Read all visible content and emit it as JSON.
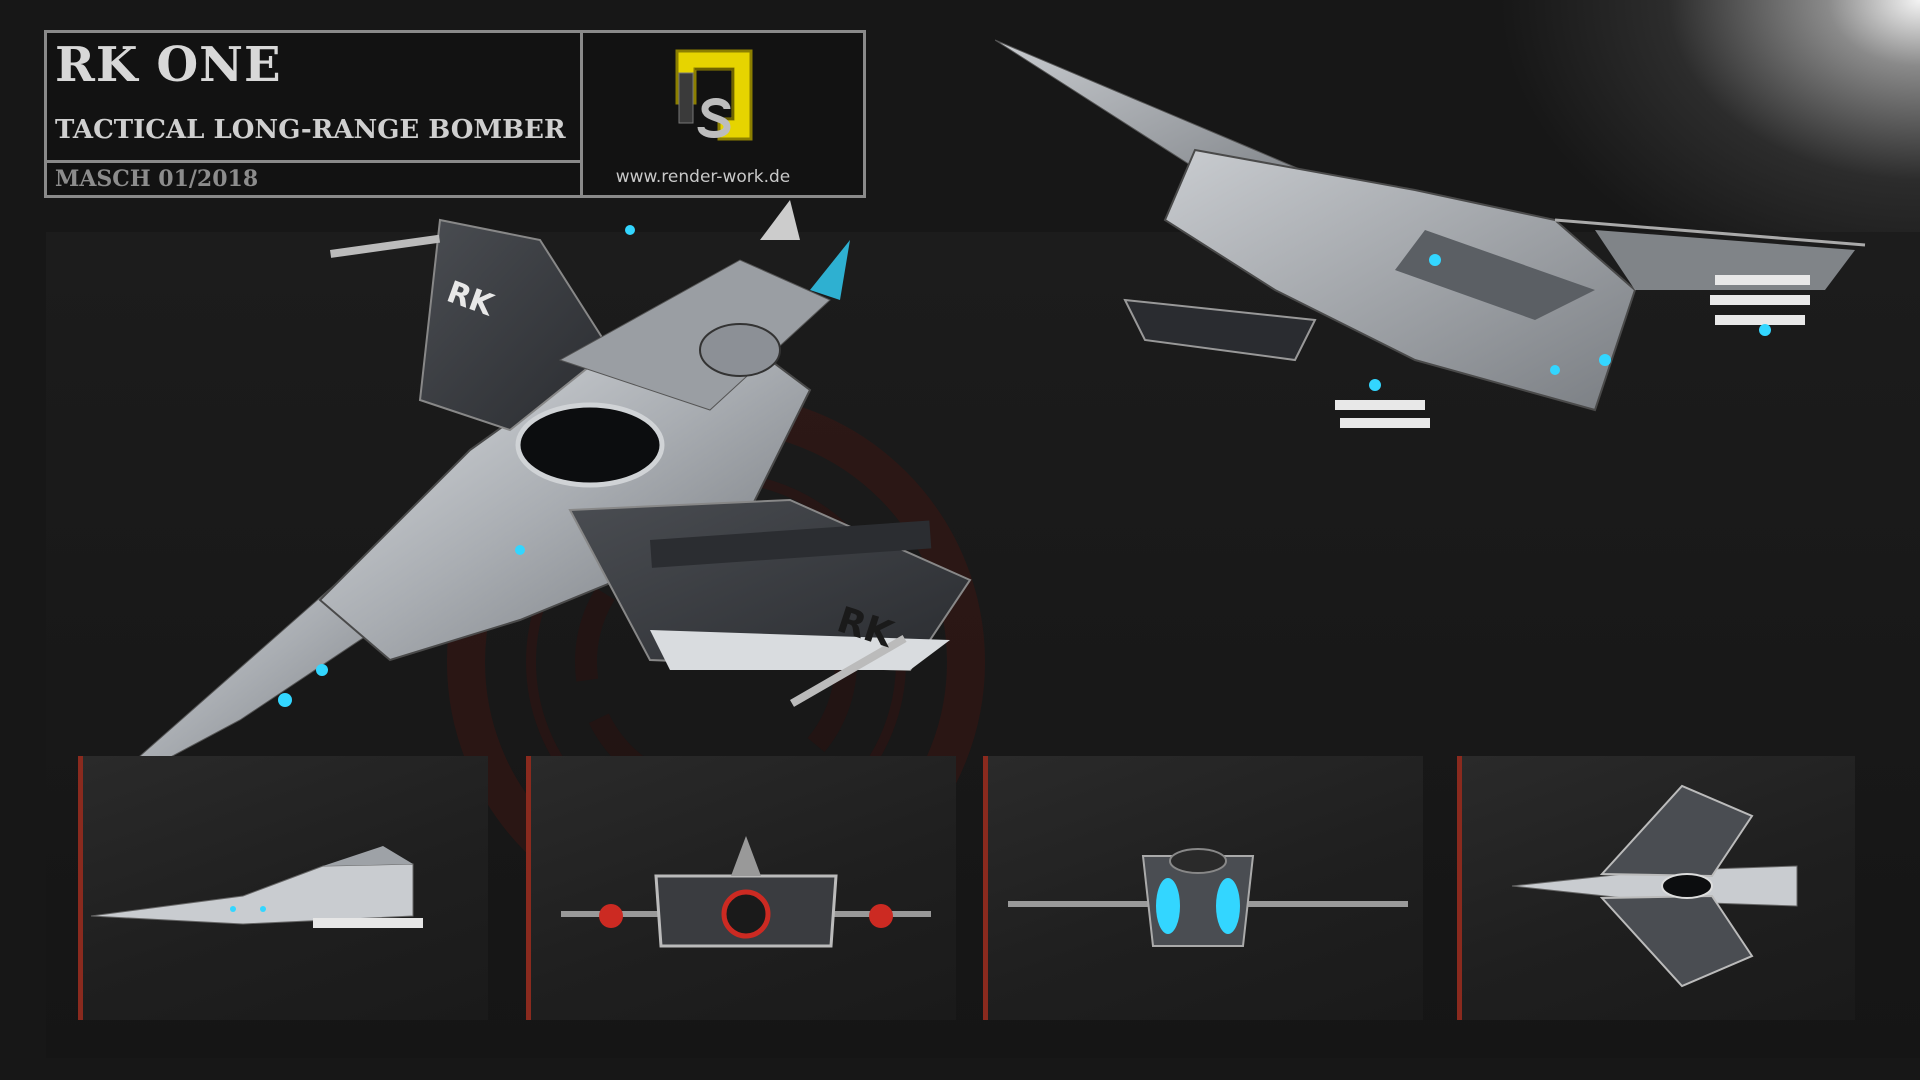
{
  "header": {
    "title": "RK ONE",
    "subtitle": "TACTICAL LONG-RANGE BOMBER",
    "meta": "MASCH 01/2018",
    "url": "www.render-work.de",
    "logo_icon": "render-work-logo-icon"
  },
  "main_view": {
    "icon": "spaceship-perspective-icon",
    "hull_marking": "RK"
  },
  "top_right_view": {
    "icon": "spaceship-underside-icon"
  },
  "panels": [
    {
      "name": "side-view",
      "icon": "spaceship-side-icon"
    },
    {
      "name": "rear-view",
      "icon": "spaceship-rear-icon"
    },
    {
      "name": "front-view",
      "icon": "spaceship-front-icon"
    },
    {
      "name": "top-view",
      "icon": "spaceship-top-icon"
    }
  ],
  "colors": {
    "background": "#171717",
    "plate_border": "#8a8a8a",
    "hull": "#c4c7cb",
    "accent_cyan": "#33d6ff",
    "accent_red": "#8a2a1e",
    "logo_yellow": "#e6d400"
  }
}
